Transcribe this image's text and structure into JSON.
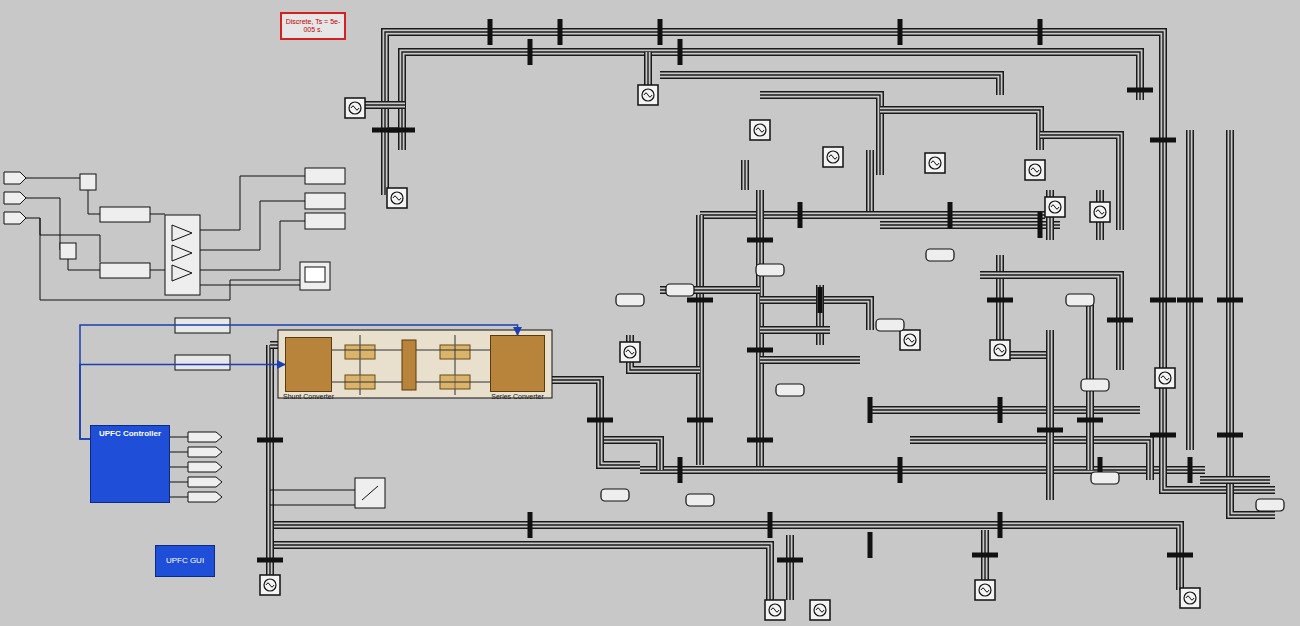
{
  "diagram": {
    "nodes": [
      {
        "text": [
          "Discrete, Ts = 5e-005 s."
        ]
      },
      {
        "text": [
          "UPFC Controller"
        ]
      },
      {
        "text": [
          "UPFC GUI"
        ]
      },
      {
        "text": [
          "Shunt Converter"
        ]
      },
      {
        "text": [
          "Series Converter"
        ]
      }
    ],
    "edges": [
      {
        "from": 1,
        "to": 3,
        "arrow": "to"
      },
      {
        "from": 1,
        "to": 4,
        "arrow": "to"
      }
    ]
  }
}
